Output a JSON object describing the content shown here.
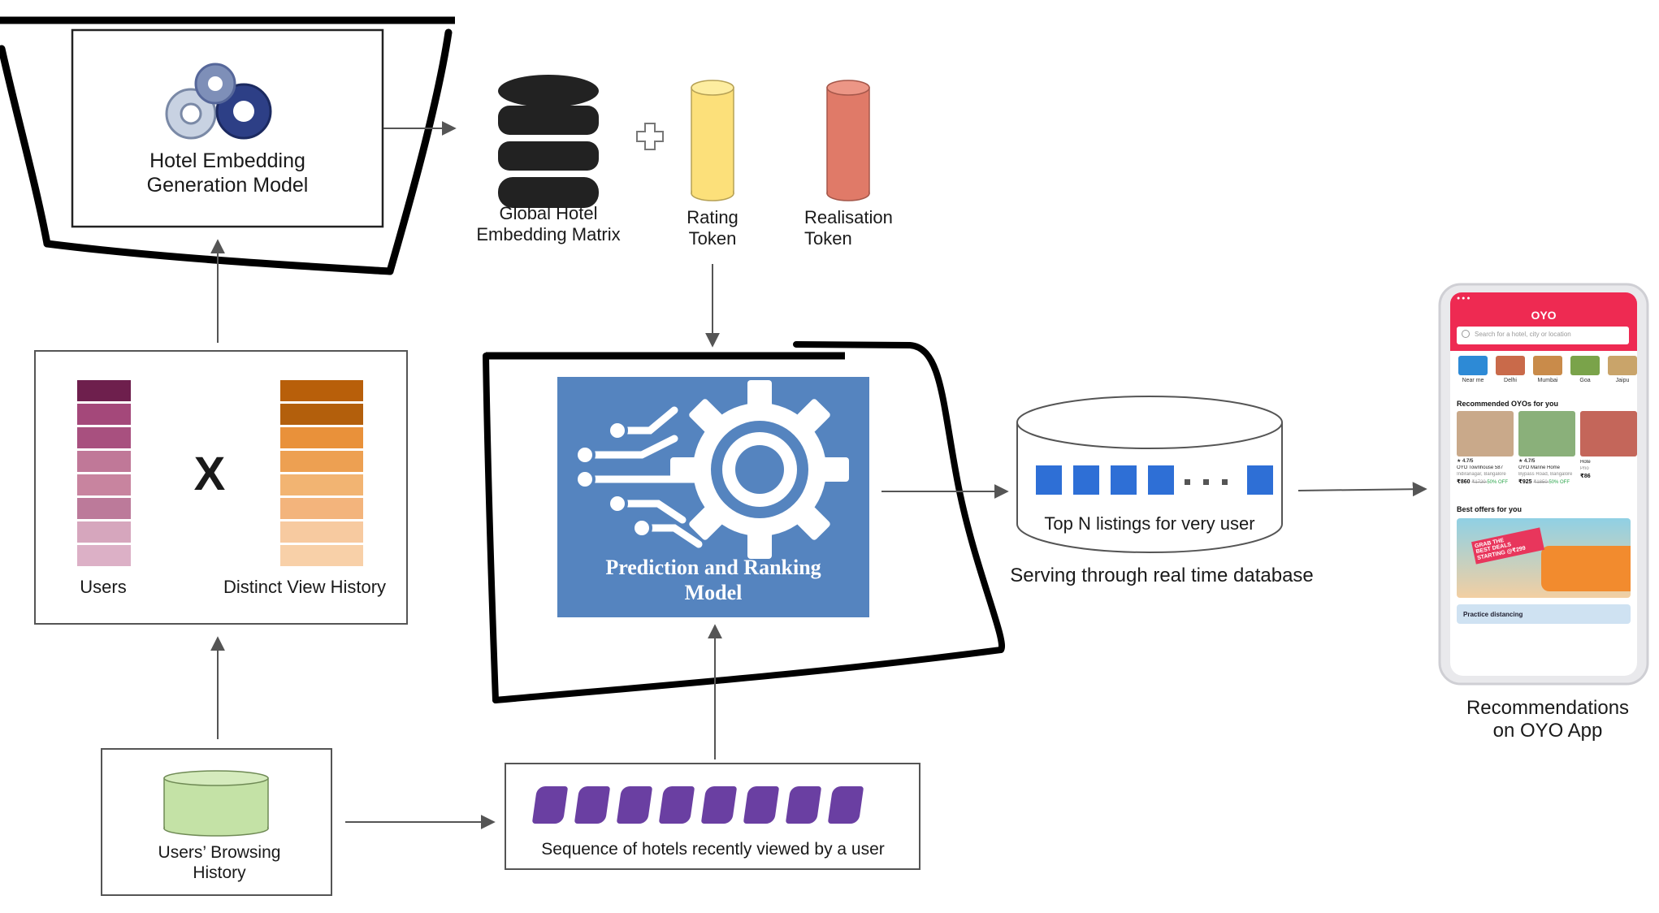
{
  "hotel_embedding_model": {
    "line1": "Hotel Embedding",
    "line2": "Generation Model",
    "icon": "gears-icon"
  },
  "global_matrix": {
    "line1": "Global Hotel",
    "line2": "Embedding Matrix",
    "icon": "database-icon"
  },
  "plus_symbol": "+",
  "rating_token": {
    "line1": "Rating",
    "line2": "Token",
    "color": "#fce07a"
  },
  "realisation_token": {
    "line1": "Realisation",
    "line2": "Token",
    "color": "#e07a68"
  },
  "users_matrix": {
    "users_label": "Users",
    "multiply": "X",
    "history_label": "Distinct View History",
    "users_colors": [
      "#6e1f4d",
      "#a4487a",
      "#a8507f",
      "#c07898",
      "#c8849f",
      "#bc7a9a",
      "#d6a6bd",
      "#dcb0c6"
    ],
    "history_colors": [
      "#b85f0a",
      "#b35f0c",
      "#e9913a",
      "#eda052",
      "#f2b472",
      "#f3b47c",
      "#f7caa0",
      "#f8d0a8"
    ]
  },
  "prediction_model": {
    "line1": "Prediction and Ranking",
    "line2": "Model",
    "bg_color": "#5584bf"
  },
  "realtime_db": {
    "inner_label": "Top N listings for very user",
    "caption": "Serving through real time database",
    "tile_color": "#2e6fd6"
  },
  "browsing_history": {
    "line1": "Users’ Browsing",
    "line2": "History",
    "color": "#c4e2a6"
  },
  "sequence": {
    "label": "Sequence of hotels recently viewed by a user",
    "item_color": "#6a3fa2",
    "count": 8
  },
  "oyo_app": {
    "caption_line1": "Recommendations",
    "caption_line2": "on OYO App",
    "brand": "OYO",
    "search_placeholder": "Search for a hotel, city or location",
    "cities": [
      "Near me",
      "Delhi",
      "Mumbai",
      "Goa",
      "Jaipu"
    ],
    "recommended_heading": "Recommended OYOs for you",
    "hotels": [
      {
        "rating": "4.7/5",
        "name": "OYO Townhouse 587",
        "area": "Indiranagar, Bangalore",
        "price": "₹860",
        "old": "₹1720",
        "off": "50% OFF"
      },
      {
        "rating": "4.7/5",
        "name": "OYO Marine Home",
        "area": "Bypass Road, Bangalore",
        "price": "₹925",
        "old": "₹1850",
        "off": "50% OFF"
      },
      {
        "rating": "",
        "name": "Hote",
        "area": "Prio",
        "price": "₹86",
        "old": "",
        "off": ""
      }
    ],
    "offers_heading": "Best offers for you",
    "offer_banner": "GRAB THE\nBEST DEALS\nSTARTING @₹299",
    "practice_text": "Practice distancing",
    "brand_color": "#ee2a52"
  }
}
